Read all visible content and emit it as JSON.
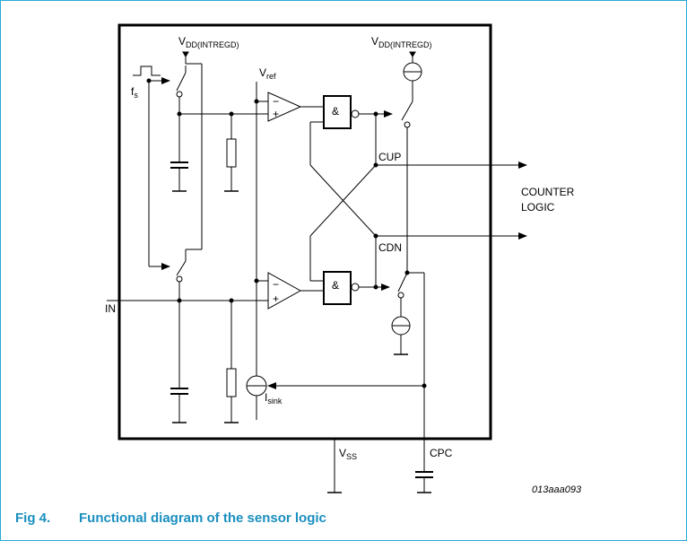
{
  "labels": {
    "vdd_left": {
      "main": "V",
      "sub": "DD(INTREGD)"
    },
    "vdd_right": {
      "main": "V",
      "sub": "DD(INTREGD)"
    },
    "fs": {
      "main": "f",
      "sub": "s"
    },
    "vref": {
      "main": "V",
      "sub": "ref"
    },
    "in": "IN",
    "cup": "CUP",
    "cdn": "CDN",
    "counter_logic_line1": "COUNTER",
    "counter_logic_line2": "LOGIC",
    "and_gate": "&",
    "minus": "−",
    "plus": "+",
    "isink": {
      "main": "I",
      "sub": "sink"
    },
    "vss": {
      "main": "V",
      "sub": "SS"
    },
    "cpc": "CPC",
    "ref_code": "013aaa093"
  },
  "caption": {
    "number": "Fig 4.",
    "title": "Functional diagram of the sensor logic"
  },
  "colors": {
    "caption": "#1a8fbf",
    "frame_border": "#2aa9d8",
    "line": "#000000"
  }
}
